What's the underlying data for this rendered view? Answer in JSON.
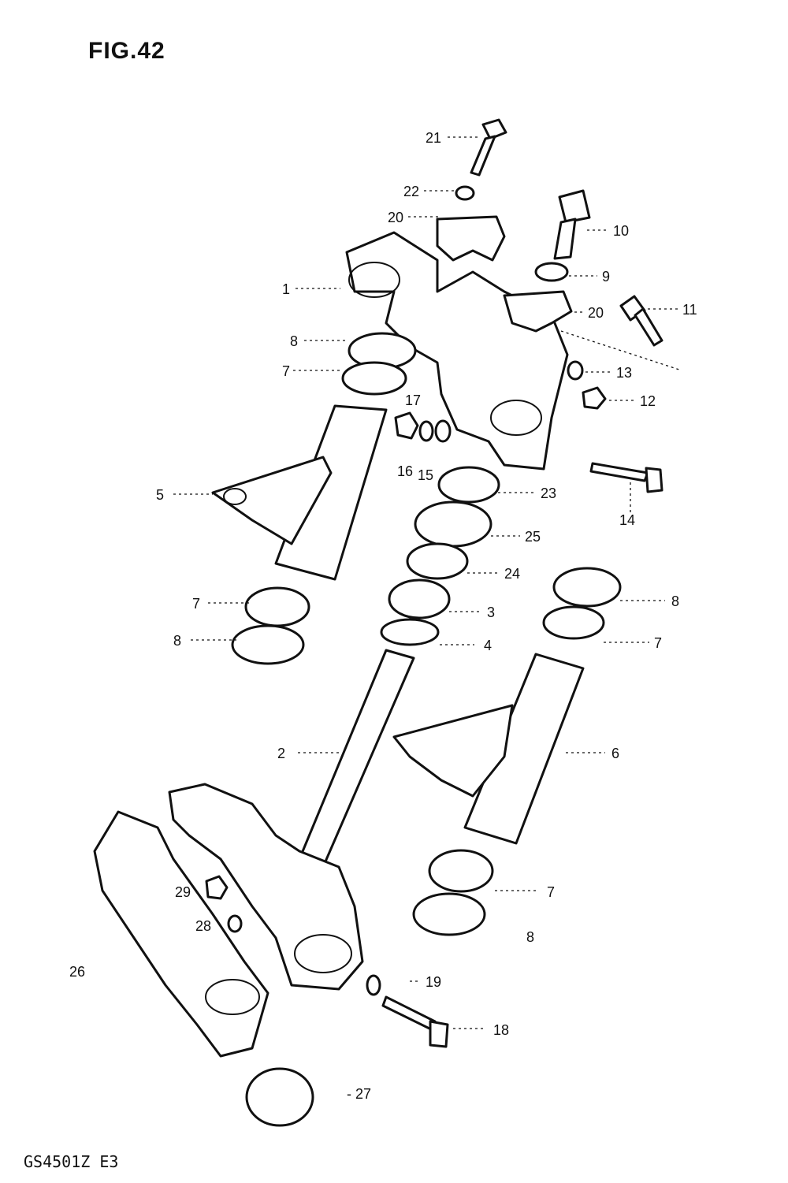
{
  "figure": {
    "title": "FIG.42",
    "page_number": "- 27",
    "model_code": "GS4501Z E3"
  },
  "callouts": [
    "1",
    "2",
    "3",
    "4",
    "5",
    "6",
    "7",
    "8",
    "9",
    "10",
    "11",
    "12",
    "13",
    "14",
    "15",
    "16",
    "17",
    "18",
    "19",
    "20",
    "21",
    "22",
    "23",
    "24",
    "25",
    "26",
    "27",
    "28",
    "29"
  ]
}
